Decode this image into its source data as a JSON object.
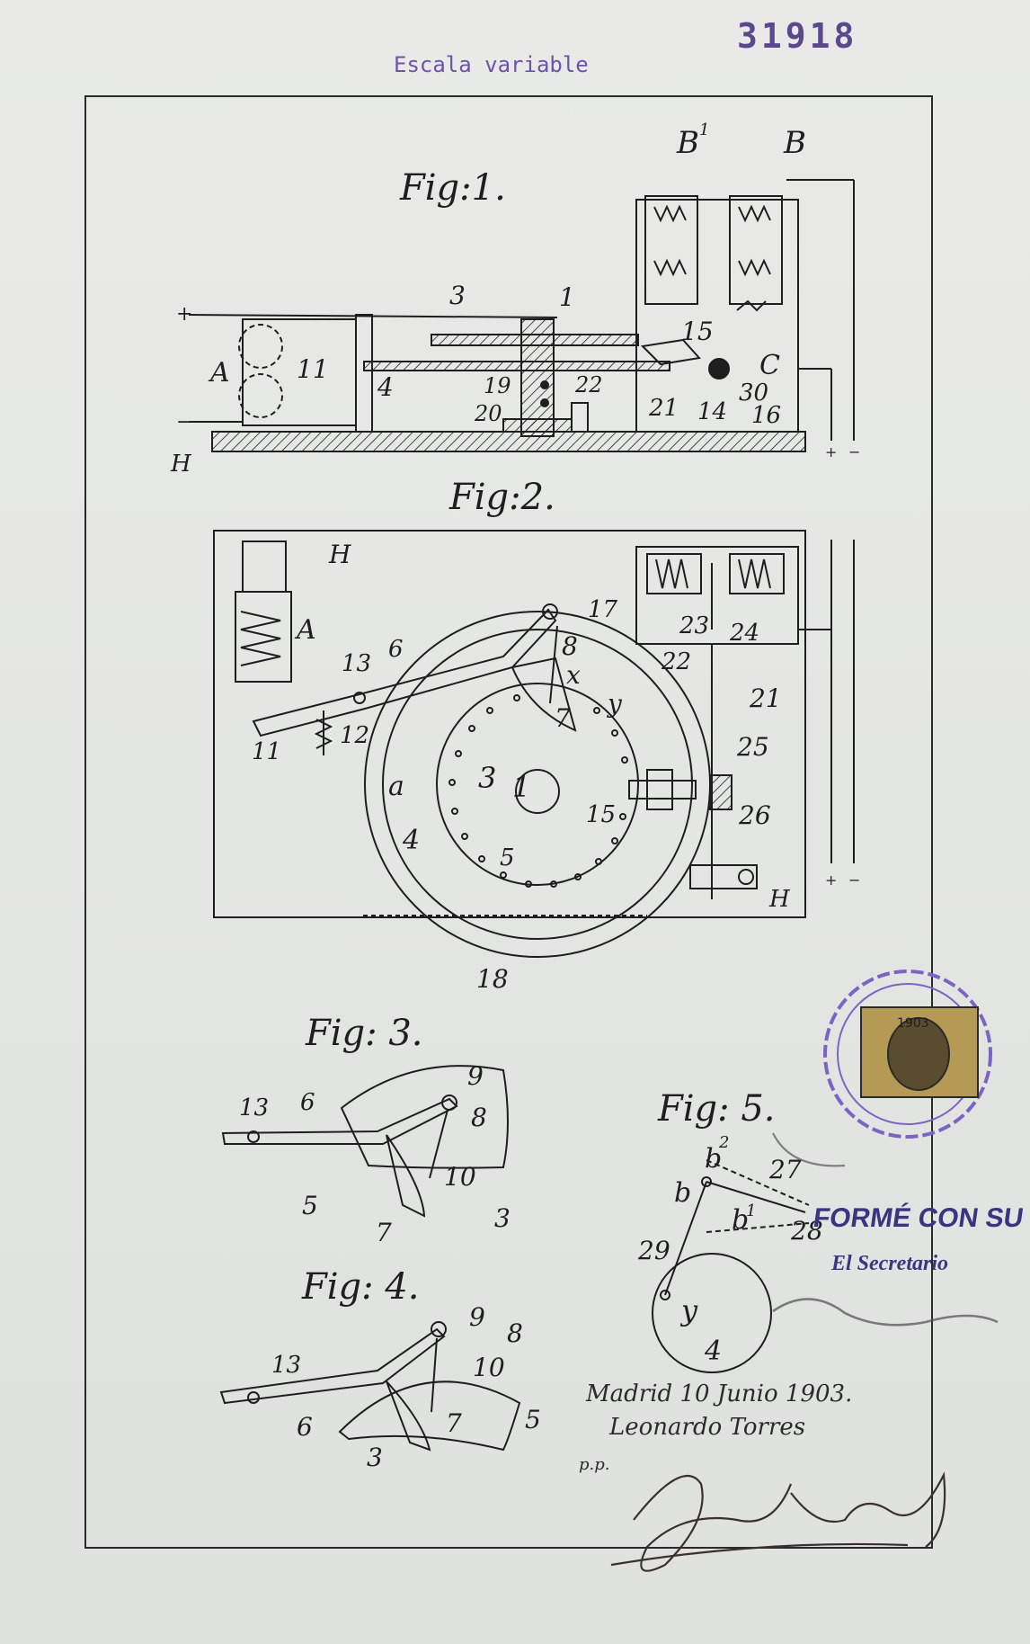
{
  "document": {
    "number_stamp": "31918",
    "scale_note": "Escala variable",
    "approval_stamp": "CONFORME CON SU DUPLICADO",
    "approval_visible": "FORMÉ CON SU DUPLIC",
    "secretary": "El Secretario",
    "place_date": "Madrid 10 Junio 1903.",
    "signer": "Leonardo Torres",
    "pp": "p.p.",
    "tax_stamp_year": "1903"
  },
  "figures": {
    "fig1": {
      "title": "Fig:1.",
      "labels": {
        "B1": "B",
        "B1sup": "1",
        "B": "B",
        "plus": "+",
        "minus": "−",
        "n3": "3",
        "n1": "1",
        "n15": "15",
        "A": "A",
        "n11": "11",
        "n4": "4",
        "n19": "19",
        "n22": "22",
        "C": "C",
        "n30": "30",
        "n20": "20",
        "n21": "21",
        "n14": "14",
        "n16": "16",
        "H": "H",
        "tplus": "+",
        "tminus": "−"
      }
    },
    "fig2": {
      "title": "Fig:2.",
      "labels": {
        "H": "H",
        "A": "A",
        "n17": "17",
        "n8": "8",
        "x": "x",
        "n23": "23",
        "n24": "24",
        "n13": "13",
        "n6": "6",
        "n22": "22",
        "n7": "7",
        "y": "y",
        "n21": "21",
        "n11": "11",
        "n12": "12",
        "n25": "25",
        "n3": "3",
        "n1": "1",
        "a": "a",
        "n15": "15",
        "n26": "26",
        "n4": "4",
        "n5": "5",
        "H2": "H",
        "tplus": "+",
        "tminus": "−",
        "n18": "18"
      }
    },
    "fig3": {
      "title": "Fig: 3.",
      "labels": {
        "n9": "9",
        "n13": "13",
        "n6": "6",
        "n8": "8",
        "n10": "10",
        "n5": "5",
        "n7": "7",
        "n3": "3"
      }
    },
    "fig4": {
      "title": "Fig: 4.",
      "labels": {
        "n9": "9",
        "n8": "8",
        "n13": "13",
        "n10": "10",
        "n6": "6",
        "n7": "7",
        "n5": "5",
        "n3": "3"
      }
    },
    "fig5": {
      "title": "Fig: 5.",
      "labels": {
        "b2": "b",
        "b2sup": "2",
        "n27": "27",
        "b": "b",
        "b1": "b",
        "b1sup": "1",
        "n28": "28",
        "n29": "29",
        "y": "y",
        "n4": "4"
      }
    }
  }
}
